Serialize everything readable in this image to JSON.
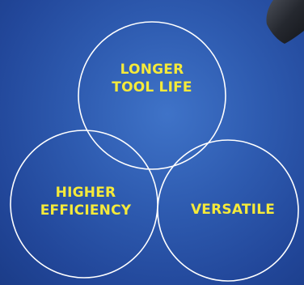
{
  "diagram": {
    "background_color": "#2e5bb0",
    "circle_stroke_color": "#ffffff",
    "text_color": "#f5ea3a",
    "circles": [
      {
        "id": "top",
        "lines": [
          "LONGER",
          "TOOL LIFE"
        ]
      },
      {
        "id": "left",
        "lines": [
          "HIGHER",
          "EFFICIENCY"
        ]
      },
      {
        "id": "right",
        "lines": [
          "VERSATILE"
        ]
      }
    ]
  }
}
